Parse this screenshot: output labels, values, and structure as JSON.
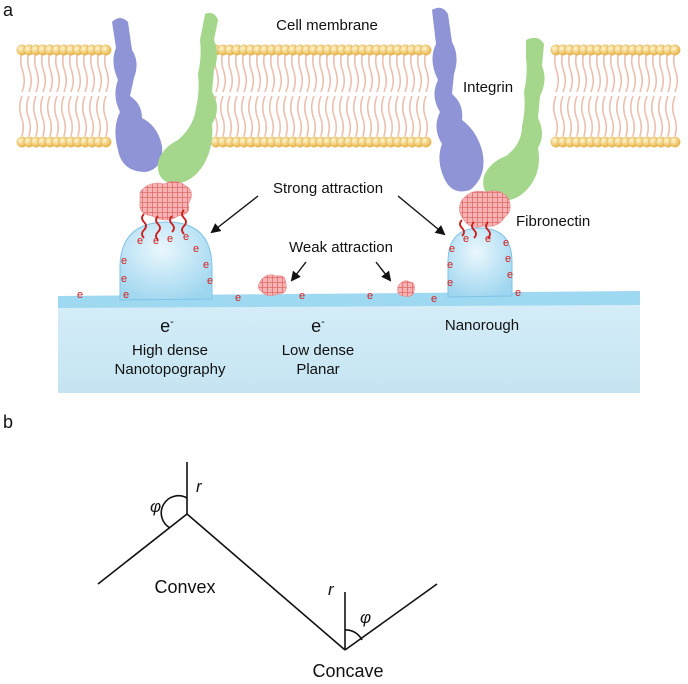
{
  "panel_a": {
    "letter": "a",
    "cell_membrane": "Cell membrane",
    "integrin": "Integrin",
    "fibronectin": "Fibronectin",
    "strong_attraction": "Strong attraction",
    "weak_attraction": "Weak attraction",
    "electron_symbol": "e",
    "electron_sup": "-",
    "electron_charge_mark": "e",
    "high_dense": "High dense",
    "nanotopography": "Nanotopography",
    "low_dense": "Low dense",
    "planar": "Planar",
    "nanorough": "Nanorough",
    "colors": {
      "lipid_head": "#f2c862",
      "lipid_tail": "#e9b9a8",
      "integrin_alpha": "#8f95d6",
      "integrin_beta": "#a5d88d",
      "fibronectin": "#f08c8c",
      "surface": "#cfe9f5",
      "surface_top": "#8ed0ee",
      "charge": "#d41f1f"
    }
  },
  "panel_b": {
    "letter": "b",
    "convex": "Convex",
    "concave": "Concave",
    "r_convex": "r",
    "phi_convex": "φ",
    "r_concave": "r",
    "phi_concave": "φ"
  }
}
